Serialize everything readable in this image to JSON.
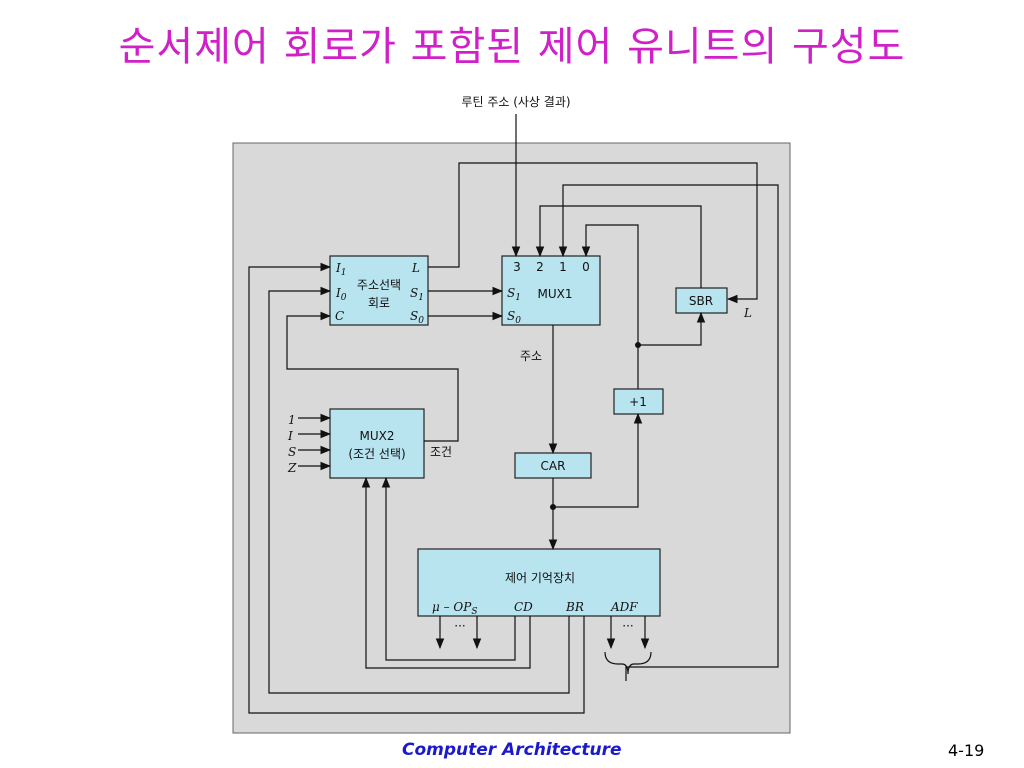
{
  "slide": {
    "title": "순서제어 회로가 포함된 제어 유니트의 구성도",
    "footer": "Computer Architecture",
    "page_number": "4-19"
  },
  "diagram": {
    "top_input_label": "루틴 주소 (사상 결과)",
    "addr_select": {
      "title_line1": "주소선택",
      "title_line2": "회로",
      "inputs": [
        "I",
        "I",
        "C"
      ],
      "input_subs": [
        "1",
        "0",
        ""
      ],
      "outputs": [
        "L",
        "S",
        "S"
      ],
      "output_subs": [
        "",
        "1",
        "0"
      ]
    },
    "mux1": {
      "title": "MUX1",
      "inputs": [
        "3",
        "2",
        "1",
        "0"
      ],
      "selects": [
        "S",
        "S"
      ],
      "select_subs": [
        "1",
        "0"
      ]
    },
    "sbr": {
      "title": "SBR",
      "load_label": "L"
    },
    "incrementer": {
      "title": "+1"
    },
    "mux2": {
      "title_line1": "MUX2",
      "title_line2": "(조건 선택)",
      "inputs": [
        "1",
        "I",
        "S",
        "Z"
      ],
      "output_label": "조건"
    },
    "address_label": "주소",
    "car": {
      "title": "CAR"
    },
    "control_memory": {
      "title": "제어 기억장치",
      "fields": [
        "μ – OP",
        "CD",
        "BR",
        "ADF"
      ],
      "field_subs": [
        "S",
        "",
        "",
        ""
      ],
      "ellipsis": "···"
    }
  }
}
